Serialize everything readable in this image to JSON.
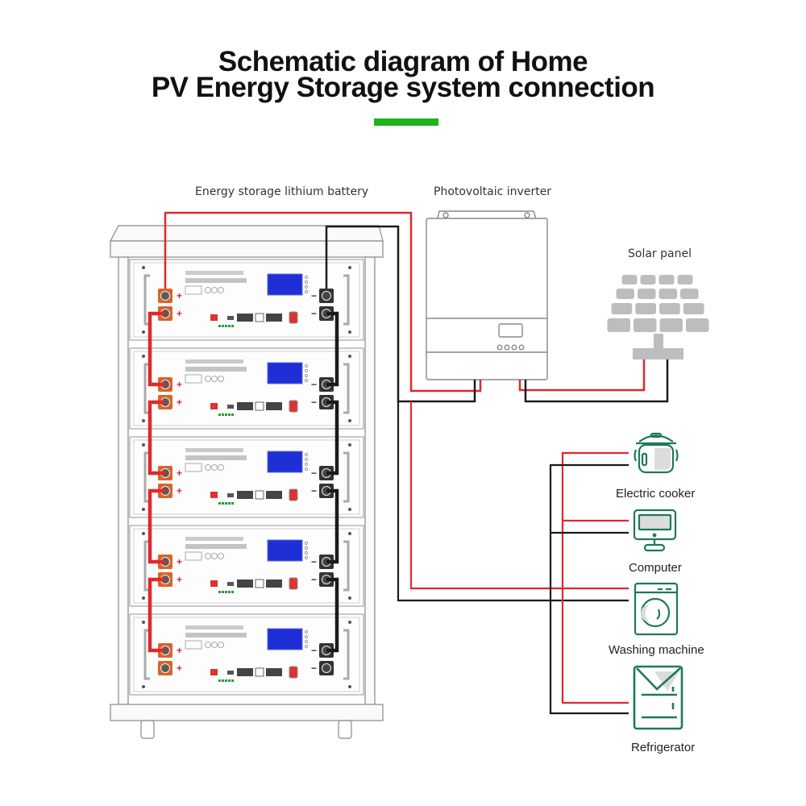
{
  "title": {
    "line1": "Schematic diagram of Home",
    "line2": "PV Energy Storage system connection"
  },
  "colors": {
    "accent": "#22b21d",
    "positive_wire": "#e0282d",
    "negative_wire": "#1a1a1a",
    "appliance_icon": "#1d7a57",
    "lcd": "#1e2fd6",
    "positive_terminal": "#d9642a",
    "negative_terminal": "#333333",
    "solar_cell": "#bdbdbd"
  },
  "components": {
    "battery": {
      "label": "Energy storage lithium battery",
      "module_count": 5,
      "icon": "battery-rack-icon"
    },
    "inverter": {
      "label": "Photovoltaic inverter",
      "icon": "inverter-icon"
    },
    "solar": {
      "label": "Solar panel",
      "icon": "solar-panel-icon"
    }
  },
  "appliances": [
    {
      "label": "Electric cooker",
      "icon": "rice-cooker-icon"
    },
    {
      "label": "Computer",
      "icon": "computer-icon"
    },
    {
      "label": "Washing machine",
      "icon": "washing-machine-icon"
    },
    {
      "label": "Refrigerator",
      "icon": "refrigerator-icon"
    }
  ],
  "terminals": {
    "positive_symbol": "+",
    "negative_symbol": "−"
  }
}
